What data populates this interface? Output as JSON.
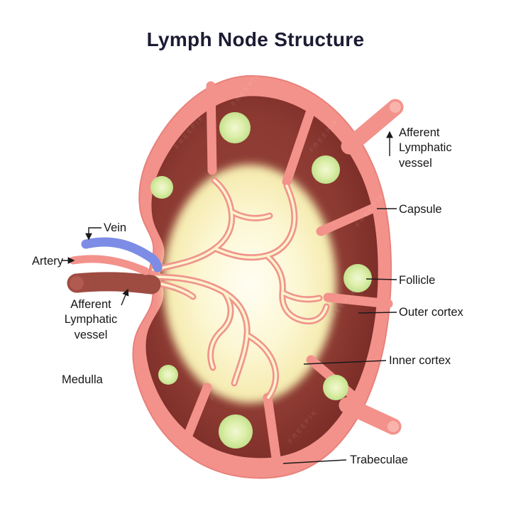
{
  "title": "Lymph Node Structure",
  "watermark": "FREEPIK",
  "labels": {
    "afferent_right": {
      "lines": [
        "Afferent",
        "Lymphatic",
        "vessel"
      ]
    },
    "capsule": "Capsule",
    "follicle": "Follicle",
    "outer_cortex": "Outer cortex",
    "inner_cortex": "Inner cortex",
    "trabeculae": "Trabeculae",
    "vein": "Vein",
    "artery": "Artery",
    "afferent_left": {
      "lines": [
        "Afferent",
        "Lymphatic",
        "vessel"
      ]
    },
    "medulla": "Medulla"
  },
  "colors": {
    "capsule": "#f3928b",
    "capsule_edge": "#e8817a",
    "cortex": "#8b3931",
    "follicle": "#d6eca4",
    "medulla": "#fcf6d0",
    "vein": "#7d8ce4",
    "artery": "#f3928b",
    "hilar_vessel": "#9e4b42",
    "title_text": "#1b1b33",
    "label_text": "#171717"
  }
}
